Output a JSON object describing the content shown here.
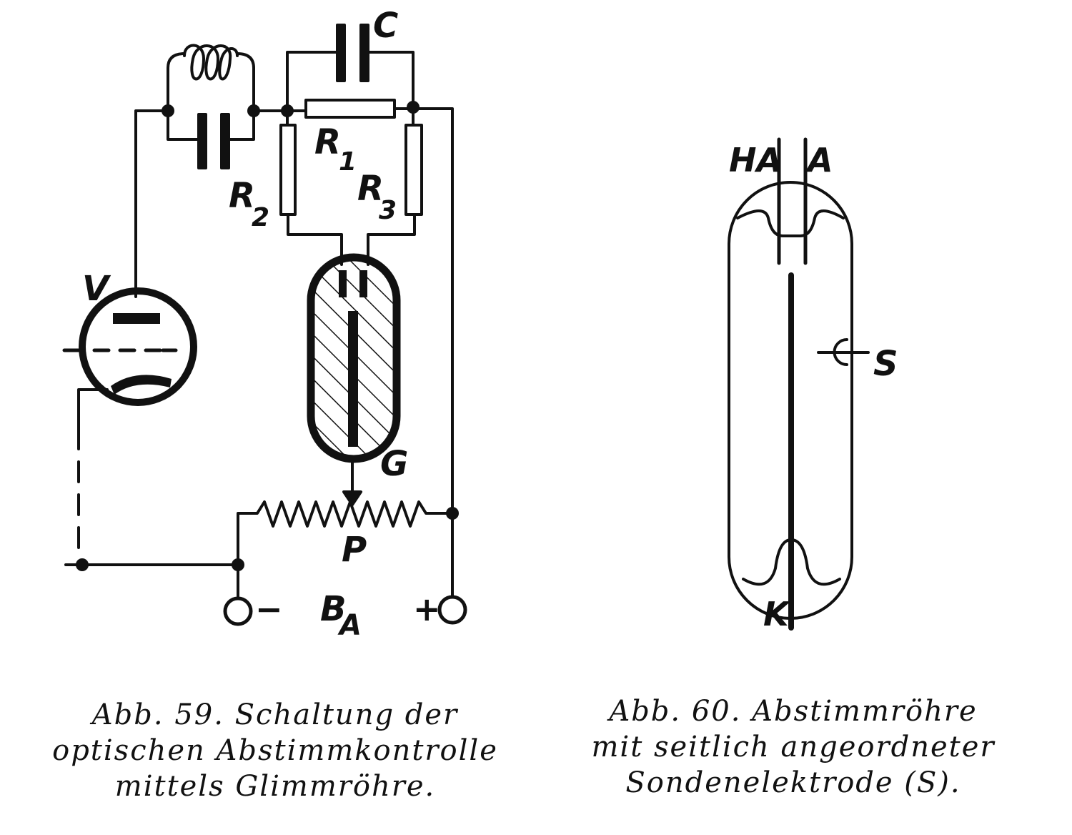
{
  "fig59": {
    "labels": {
      "C": "C",
      "R1": "R",
      "R1_sub": "1",
      "R2": "R",
      "R2_sub": "2",
      "R3": "R",
      "R3_sub": "3",
      "V": "V",
      "G": "G",
      "P": "P",
      "B": "B",
      "B_sub": "A",
      "minus": "−",
      "plus": "+"
    },
    "caption": [
      "Abb. 59. Schaltung der",
      "optischen Abstimmkontrolle",
      "mittels Glimmröhre."
    ]
  },
  "fig60": {
    "labels": {
      "HA": "HA",
      "A": "A",
      "S": "S",
      "K": "K"
    },
    "caption": [
      "Abb. 60. Abstimmröhre",
      "mit seitlich angeordneter",
      "Sondenelektrode (S)."
    ]
  },
  "colors": {
    "ink": "#111111",
    "paper": "#ffffff"
  }
}
